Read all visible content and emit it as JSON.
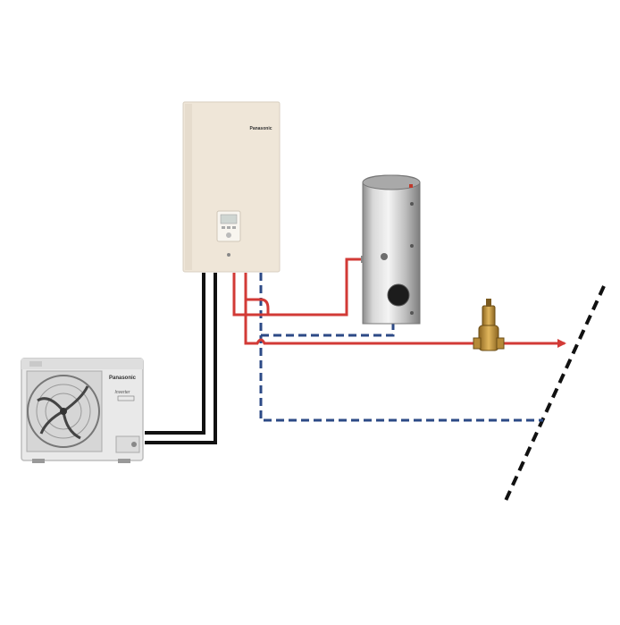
{
  "indoor_unit": {
    "brand": "Panasonic",
    "color": "#efe6d8"
  },
  "outdoor_unit": {
    "brand": "Panasonic",
    "badge": "Inverter",
    "color": "#e9e9e9"
  },
  "tank": {
    "color": "#c9c9c9"
  },
  "lines": {
    "supply_color": "#d23a36",
    "return_color": "#2c4a86",
    "refrigerant_color": "#111111",
    "wall_color": "#111111"
  },
  "icons": {
    "fan": "fan-grille-icon",
    "valve": "brass-valve-icon",
    "arrow": "flow-arrow-icon"
  }
}
